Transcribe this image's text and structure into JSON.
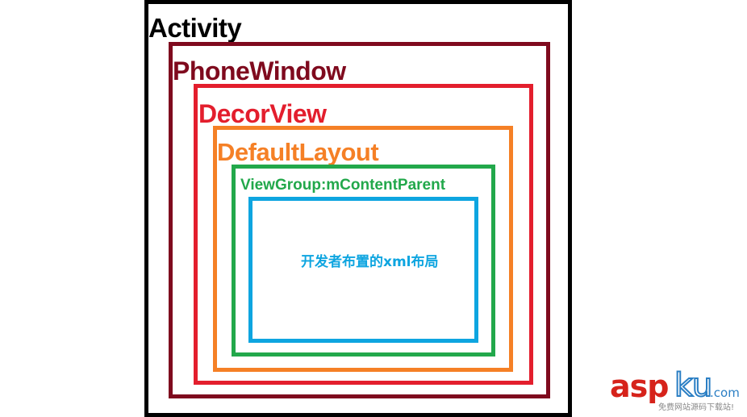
{
  "diagram": {
    "layers": [
      {
        "label": "Activity",
        "color": "#000000"
      },
      {
        "label": "PhoneWindow",
        "color": "#7f0a1e"
      },
      {
        "label": "DecorView",
        "color": "#e31e2d"
      },
      {
        "label": "DefaultLayout",
        "color": "#f58026"
      },
      {
        "label": "ViewGroup:mContentParent",
        "color": "#22a84b"
      },
      {
        "label": "开发者布置的xml布局",
        "color": "#0ea5e0"
      }
    ]
  },
  "watermark": {
    "part1": "asp",
    "part2": "ku",
    "part3": ".com",
    "slogan": "免费网站源码下载站!",
    "colors": {
      "red": "#d6231b",
      "blue": "#2b7fc4"
    }
  }
}
